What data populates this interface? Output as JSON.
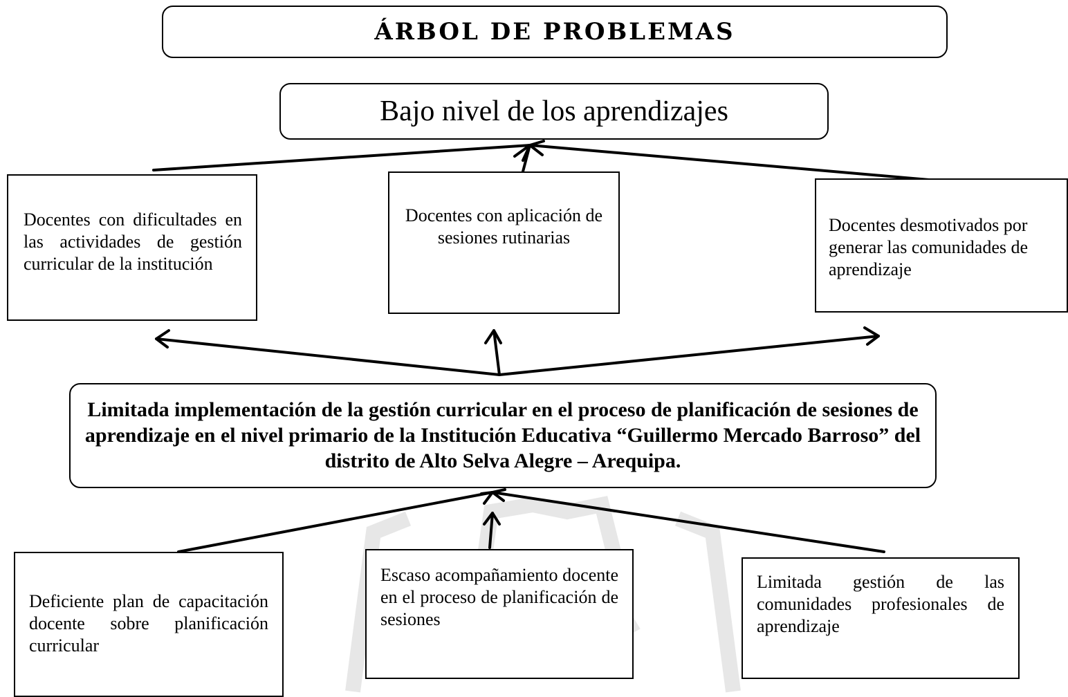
{
  "title": "ÁRBOL DE PROBLEMAS",
  "effect_main": "Bajo nivel de los aprendizajes",
  "effects": [
    "Docentes con dificultades en las actividades de gestión curricular de la institución",
    "Docentes con aplicación de sesiones rutinarias",
    "Docentes desmotivados por generar las comunidades de aprendizaje"
  ],
  "problem": "Limitada implementación de la gestión curricular en el proceso de planificación de sesiones de aprendizaje en el nivel primario de la Institución Educativa “Guillermo Mercado Barroso” del distrito de Alto Selva Alegre – Arequipa.",
  "causes": [
    "Deficiente plan de capacitación docente sobre planificación curricular",
    "Escaso acompañamiento docente en el proceso de planificación de sesiones",
    "Limitada gestión de las comunidades profesionales de aprendizaje"
  ]
}
